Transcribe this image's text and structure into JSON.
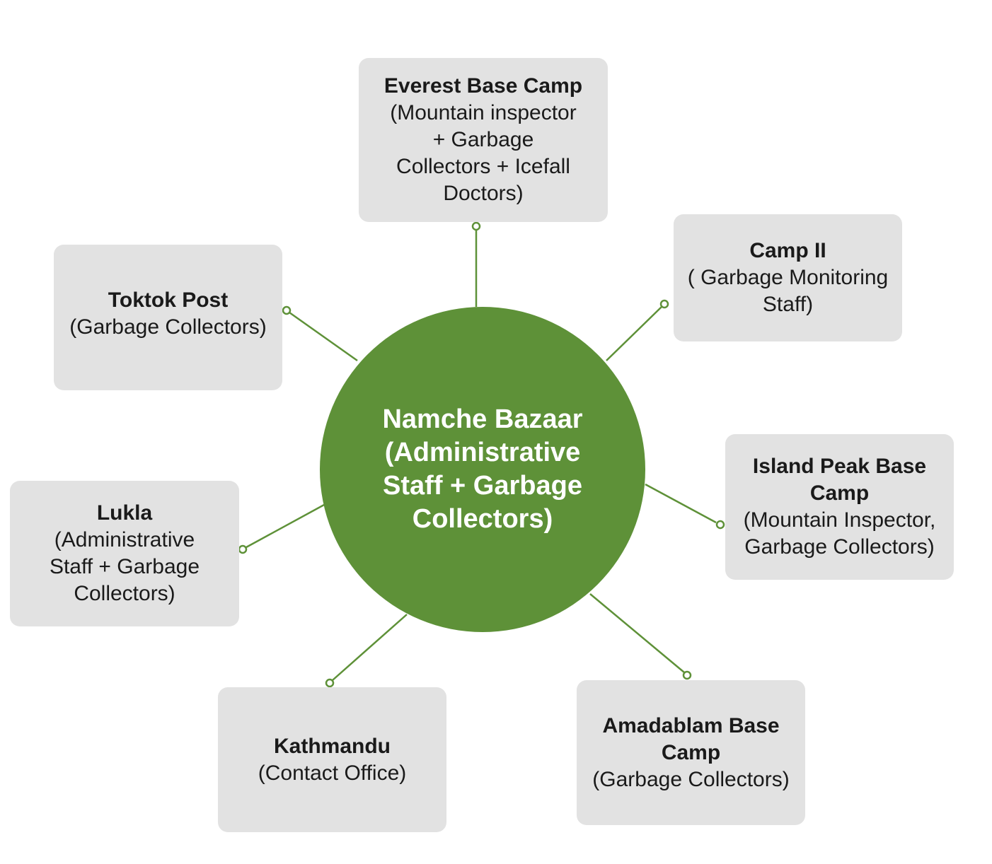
{
  "center": {
    "label": "Namche Bazaar (Administrative Staff + Garbage Collectors)"
  },
  "nodes": [
    {
      "id": "everest-base-camp",
      "title": "Everest Base Camp",
      "desc": "(Mountain inspector + Garbage Collectors + Icefall Doctors)"
    },
    {
      "id": "camp-ii",
      "title": "Camp II",
      "desc": "( Garbage Monitoring Staff)"
    },
    {
      "id": "island-peak-base-camp",
      "title": "Island Peak Base Camp",
      "desc": "(Mountain Inspector, Garbage Collectors)"
    },
    {
      "id": "amadablam-base-camp",
      "title": "Amadablam Base Camp",
      "desc": "(Garbage Collectors)"
    },
    {
      "id": "kathmandu",
      "title": "Kathmandu",
      "desc": "(Contact Office)"
    },
    {
      "id": "lukla",
      "title": "Lukla",
      "desc": "(Administrative Staff + Garbage Collectors)"
    },
    {
      "id": "toktok-post",
      "title": "Toktok Post",
      "desc": "(Garbage Collectors)"
    }
  ],
  "colors": {
    "hub": "#5e9138",
    "connector": "#5e9138",
    "box": "#e2e2e2",
    "text": "#1a1a1a"
  }
}
